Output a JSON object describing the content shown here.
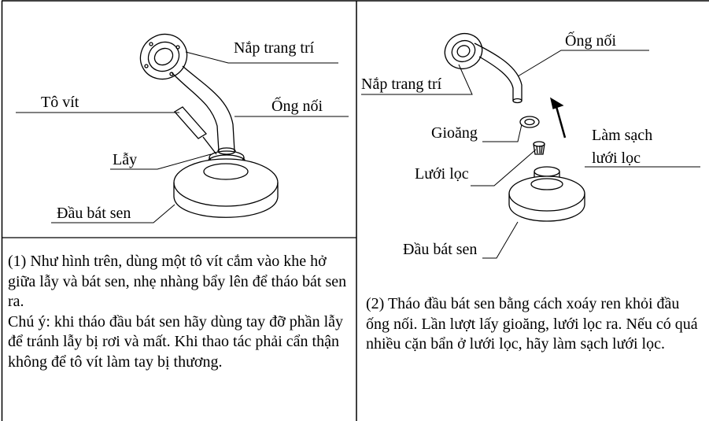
{
  "left_panel": {
    "labels": {
      "cover": "Nắp trang trí",
      "screwdriver": "Tô vít",
      "pipe": "Ống nối",
      "latch": "Lẫy",
      "head": "Đầu bát sen"
    },
    "caption": {
      "line1": "(1) Như hình trên, dùng một tô vít cắm vào khe hở giữa lẫy và bát sen, nhẹ nhàng bẩy lên để tháo bát sen ra.",
      "line2": "Chú ý: khi tháo đầu bát sen hãy dùng tay đỡ phần lẫy để tránh lẫy bị rơi và mất. Khi thao tác phải cẩn thận không để tô vít làm tay bị thương."
    }
  },
  "right_panel": {
    "labels": {
      "pipe": "Ống nối",
      "cover": "Nắp trang trí",
      "gasket": "Gioăng",
      "clean_line1": "Làm sạch",
      "clean_line2": "lưới lọc",
      "filter": "Lưới lọc",
      "head": "Đầu bát sen"
    },
    "caption": "(2) Tháo đầu bát sen bằng cách xoáy ren khỏi đầu ống nối. Lần lượt lấy gioăng, lưới lọc ra. Nếu có quá nhiều cặn bẩn ở lưới lọc, hãy làm sạch lưới lọc."
  }
}
